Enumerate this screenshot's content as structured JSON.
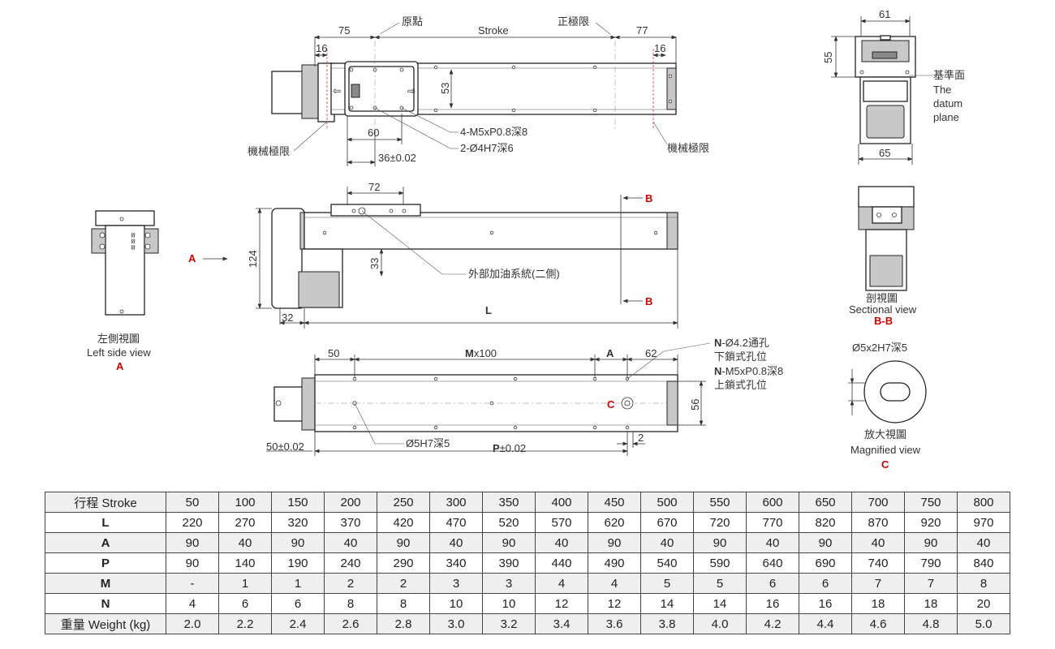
{
  "labels": {
    "origin": "原點",
    "stroke": "Stroke",
    "positive_limit": "正極限",
    "mech_limit_left": "機械極限",
    "mech_limit_right": "機械極限",
    "tap_note": "4-M5xP0.8深8",
    "pin_note": "2-Ø4H7深6",
    "datum_zh": "基準面",
    "datum_en_1": "The",
    "datum_en_2": "datum",
    "datum_en_3": "plane",
    "lube": "外部加油系統(二側)",
    "section_zh": "剖視圖",
    "section_en": "Sectional view",
    "section_mark": "B-B",
    "left_view_zh": "左側視圖",
    "left_view_en": "Left side view",
    "left_view_mark": "A",
    "view_arrow_a": "A",
    "arrow_b_top": "B",
    "arrow_b_bottom": "B",
    "L": "L",
    "bottom_note_1a": "N",
    "bottom_note_1b": "-Ø4.2通孔",
    "bottom_note_2": "下鎖式孔位",
    "bottom_note_3a": "N",
    "bottom_note_3b": "-M5xP0.8深8",
    "bottom_note_4": "上鎖式孔位",
    "pin_hole_note": "Ø5H7深5",
    "c_marker": "C",
    "magnified_top": "Ø5x2H7深5",
    "magnified_zh": "放大視圖",
    "magnified_en": "Magnified view",
    "magnified_mark": "C"
  },
  "dims": {
    "d75": "75",
    "d77": "77",
    "d16a": "16",
    "d16b": "16",
    "d53": "53",
    "d60": "60",
    "d36": "36±0.02",
    "d61": "61",
    "d55": "55",
    "d65": "65",
    "d72": "72",
    "d124": "124",
    "d33": "33",
    "d32": "32",
    "d50": "50",
    "m100a": "M",
    "m100b": "x100",
    "dA": "A",
    "d62": "62",
    "d56": "56",
    "d50b": "50±0.02",
    "p002a": "P",
    "p002b": "±0.02",
    "d2": "2"
  },
  "table": {
    "rows": [
      {
        "header": "行程  Stroke",
        "values": [
          "50",
          "100",
          "150",
          "200",
          "250",
          "300",
          "350",
          "400",
          "450",
          "500",
          "550",
          "600",
          "650",
          "700",
          "750",
          "800"
        ]
      },
      {
        "header": "L",
        "values": [
          "220",
          "270",
          "320",
          "370",
          "420",
          "470",
          "520",
          "570",
          "620",
          "670",
          "720",
          "770",
          "820",
          "870",
          "920",
          "970"
        ]
      },
      {
        "header": "A",
        "values": [
          "90",
          "40",
          "90",
          "40",
          "90",
          "40",
          "90",
          "40",
          "90",
          "40",
          "90",
          "40",
          "90",
          "40",
          "90",
          "40"
        ]
      },
      {
        "header": "P",
        "values": [
          "90",
          "140",
          "190",
          "240",
          "290",
          "340",
          "390",
          "440",
          "490",
          "540",
          "590",
          "640",
          "690",
          "740",
          "790",
          "840"
        ]
      },
      {
        "header": "M",
        "values": [
          "-",
          "1",
          "1",
          "2",
          "2",
          "3",
          "3",
          "4",
          "4",
          "5",
          "5",
          "6",
          "6",
          "7",
          "7",
          "8"
        ]
      },
      {
        "header": "N",
        "values": [
          "4",
          "6",
          "6",
          "8",
          "8",
          "10",
          "10",
          "12",
          "12",
          "14",
          "14",
          "16",
          "16",
          "18",
          "18",
          "20"
        ]
      },
      {
        "header": "重量 Weight (kg)",
        "values": [
          "2.0",
          "2.2",
          "2.4",
          "2.6",
          "2.8",
          "3.0",
          "3.2",
          "3.4",
          "3.6",
          "3.8",
          "4.0",
          "4.2",
          "4.4",
          "4.6",
          "4.8",
          "5.0"
        ]
      }
    ]
  }
}
